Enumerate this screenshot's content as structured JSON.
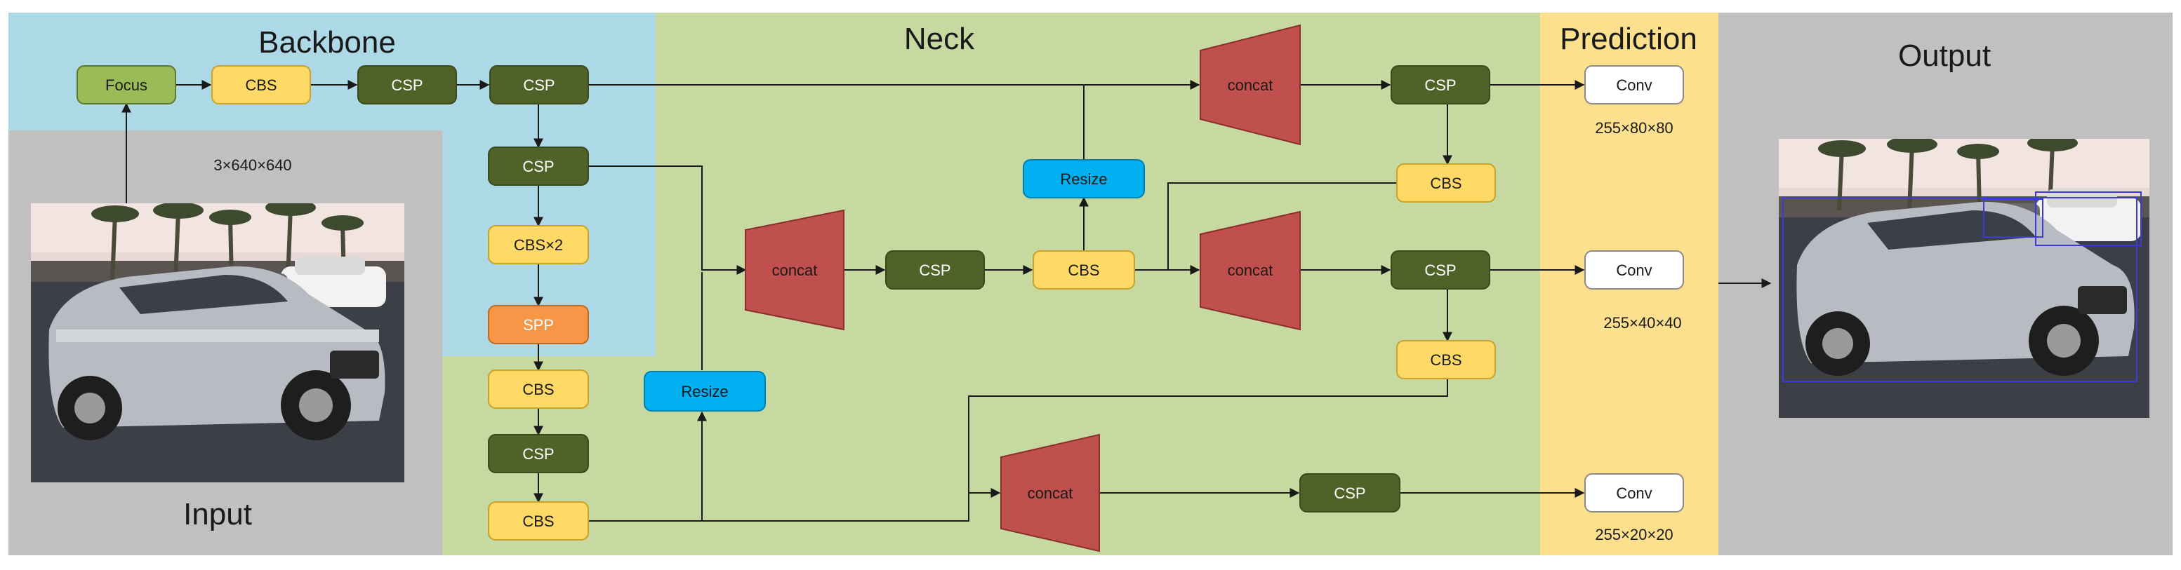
{
  "sections": {
    "backbone": "Backbone",
    "neck": "Neck",
    "prediction": "Prediction",
    "output": "Output",
    "input": "Input"
  },
  "nodes": {
    "focus": "Focus",
    "bb_cbs_1": "CBS",
    "bb_csp_1": "CSP",
    "bb_csp_2": "CSP",
    "bb_csp_3": "CSP",
    "bb_cbs_x2": "CBS×2",
    "spp": "SPP",
    "nk_cbs_1": "CBS",
    "nk_csp_1": "CSP",
    "nk_cbs_2": "CBS",
    "resize_1": "Resize",
    "concat_1": "concat",
    "nk_csp_2": "CSP",
    "nk_cbs_3": "CBS",
    "resize_2": "Resize",
    "concat_top": "concat",
    "concat_mid": "concat",
    "concat_bot": "concat",
    "csp_top": "CSP",
    "cbs_top": "CBS",
    "csp_mid": "CSP",
    "cbs_mid": "CBS",
    "csp_bot": "CSP",
    "conv_1": "Conv",
    "conv_2": "Conv",
    "conv_3": "Conv"
  },
  "dims": {
    "input": "3×640×640",
    "out_1": "255×80×80",
    "out_2": "255×40×40",
    "out_3": "255×20×20"
  },
  "colors": {
    "backbone_bg": "#ADD8E6",
    "neck_bg": "#C5D9A0",
    "prediction_bg": "#FCE08E",
    "gray_bg": "#C0C0C0",
    "focus": "#9BBB59",
    "cbs": "#FFD966",
    "csp": "#4F6228",
    "spp": "#F79646",
    "resize": "#00B0F0",
    "concat": "#C0504D",
    "conv": "#FFFFFF"
  },
  "icons": {
    "input_image": "car-photo-icon",
    "output_image": "car-detection-photo-icon"
  }
}
